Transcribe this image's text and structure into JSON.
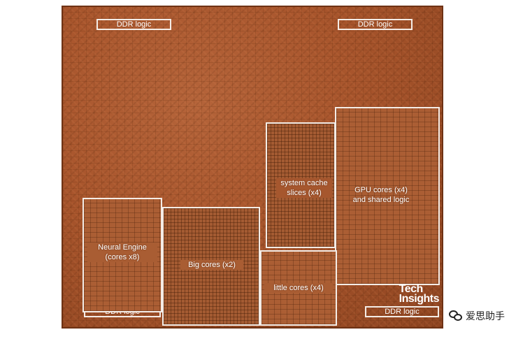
{
  "labels": {
    "ddr_top_left": "DDR logic",
    "ddr_top_right": "DDR logic",
    "ddr_bottom_left": "DDR logic",
    "ddr_bottom_right": "DDR logic",
    "system_cache_line1": "system cache",
    "system_cache_line2": "slices (x4)",
    "gpu_line1": "GPU cores (x4)",
    "gpu_line2": "and shared logic",
    "neural_line1": "Neural Engine",
    "neural_line2": "(cores x8)",
    "big_cores": "Big cores (x2)",
    "little_cores": "little cores (x4)"
  },
  "watermark": {
    "line1": "Tech",
    "line2": "Insights"
  },
  "wechat": {
    "icon": "wechat-icon",
    "text": "爱思助手"
  },
  "colors": {
    "die": "#a8552c",
    "outline": "#f4ece6",
    "label": "#ffffff"
  }
}
